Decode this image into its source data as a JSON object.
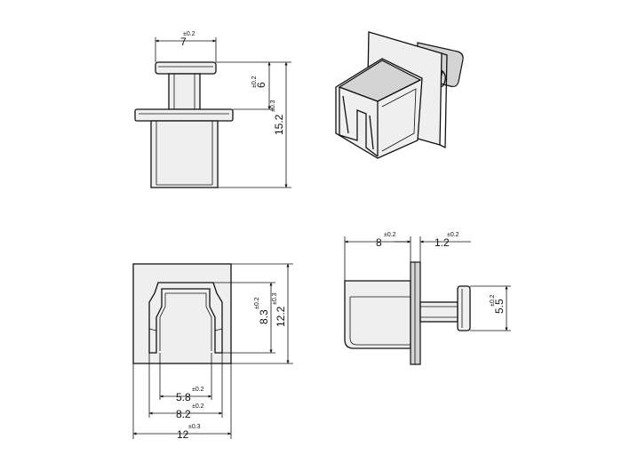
{
  "views": {
    "front": {
      "width": {
        "value": "7",
        "tol": "±0.2"
      },
      "neck": {
        "value": "6",
        "tol": "±0.2"
      },
      "height": {
        "value": "15.2",
        "tol": "±0.3"
      }
    },
    "top": {
      "inner_height": {
        "value": "8.3",
        "tol": "±0.2"
      },
      "outer_height": {
        "value": "12.2",
        "tol": "±0.3"
      },
      "inner_width": {
        "value": "5.8",
        "tol": "±0.2"
      },
      "plug_width": {
        "value": "8.2",
        "tol": "±0.2"
      },
      "flange_width": {
        "value": "12",
        "tol": "±0.3"
      }
    },
    "side": {
      "plug_length": {
        "value": "8",
        "tol": "±0.2"
      },
      "flange_thickness": {
        "value": "1.2",
        "tol": "±0.2"
      },
      "knob_height": {
        "value": "5.5",
        "tol": "±0.2"
      }
    }
  }
}
